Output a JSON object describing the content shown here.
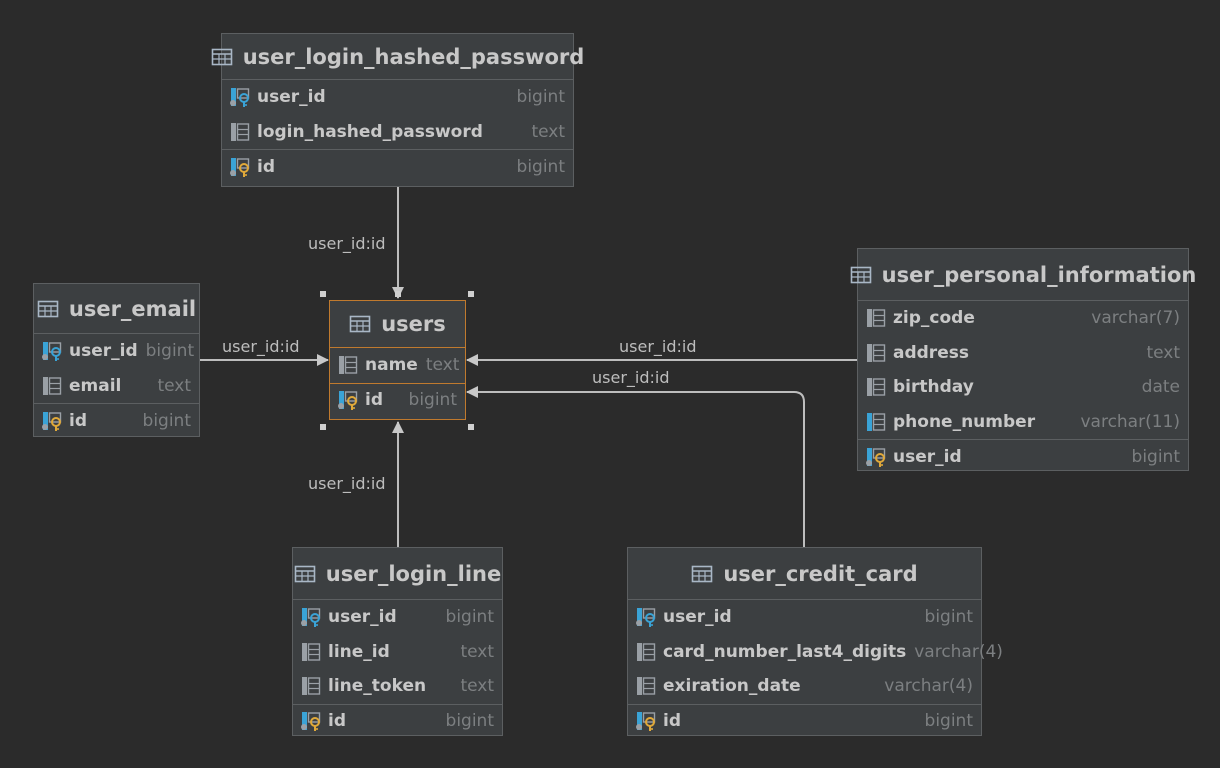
{
  "colors": {
    "background": "#2b2b2b",
    "table": "#3c3f41",
    "border": "#5c5f61",
    "selected": "#c07a2e",
    "fk": "#3aa3d6",
    "pk": "#e0a93a",
    "column_icon": "#9aa0a6"
  },
  "tables": {
    "hashed": {
      "title": "user_login_hashed_password",
      "columns": [
        {
          "name": "user_id",
          "type": "bigint",
          "icon": "fk-key-icon"
        },
        {
          "name": "login_hashed_password",
          "type": "text",
          "icon": "column-icon"
        }
      ],
      "pk": {
        "name": "id",
        "type": "bigint",
        "icon": "pk-key-icon"
      }
    },
    "email": {
      "title": "user_email",
      "columns": [
        {
          "name": "user_id",
          "type": "bigint",
          "icon": "fk-key-icon"
        },
        {
          "name": "email",
          "type": "text",
          "icon": "column-icon"
        }
      ],
      "pk": {
        "name": "id",
        "type": "bigint",
        "icon": "pk-key-icon"
      }
    },
    "users": {
      "title": "users",
      "columns": [
        {
          "name": "name",
          "type": "text",
          "icon": "column-icon"
        }
      ],
      "pk": {
        "name": "id",
        "type": "bigint",
        "icon": "pk-key-icon"
      }
    },
    "personal": {
      "title": "user_personal_information",
      "columns": [
        {
          "name": "zip_code",
          "type": "varchar(7)",
          "icon": "column-icon"
        },
        {
          "name": "address",
          "type": "text",
          "icon": "column-icon"
        },
        {
          "name": "birthday",
          "type": "date",
          "icon": "column-icon"
        },
        {
          "name": "phone_number",
          "type": "varchar(11)",
          "icon": "column-icon-blue"
        }
      ],
      "pk": {
        "name": "user_id",
        "type": "bigint",
        "icon": "pk-key-icon"
      }
    },
    "line": {
      "title": "user_login_line",
      "columns": [
        {
          "name": "user_id",
          "type": "bigint",
          "icon": "fk-key-icon"
        },
        {
          "name": "line_id",
          "type": "text",
          "icon": "column-icon"
        },
        {
          "name": "line_token",
          "type": "text",
          "icon": "column-icon"
        }
      ],
      "pk": {
        "name": "id",
        "type": "bigint",
        "icon": "pk-key-icon"
      }
    },
    "card": {
      "title": "user_credit_card",
      "columns": [
        {
          "name": "user_id",
          "type": "bigint",
          "icon": "fk-key-icon"
        },
        {
          "name": "card_number_last4_digits",
          "type": "varchar(4)",
          "icon": "column-icon"
        },
        {
          "name": "exiration_date",
          "type": "varchar(4)",
          "icon": "column-icon"
        }
      ],
      "pk": {
        "name": "id",
        "type": "bigint",
        "icon": "pk-key-icon"
      }
    }
  },
  "edges": {
    "hashed": "user_id:id",
    "email": "user_id:id",
    "personal": "user_id:id",
    "card": "user_id:id",
    "line": "user_id:id"
  }
}
